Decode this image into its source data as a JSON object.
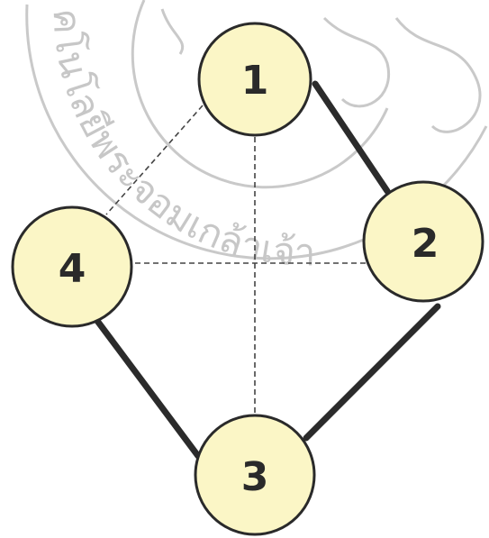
{
  "diagram": {
    "node_fill": "#fbf6c6",
    "nodes": [
      {
        "id": "1",
        "label": "1"
      },
      {
        "id": "2",
        "label": "2"
      },
      {
        "id": "3",
        "label": "3"
      },
      {
        "id": "4",
        "label": "4"
      }
    ],
    "edges_solid": [
      {
        "from": "1",
        "to": "2"
      },
      {
        "from": "2",
        "to": "3"
      },
      {
        "from": "3",
        "to": "4"
      }
    ],
    "edges_dashed": [
      {
        "from": "1",
        "to": "4"
      },
      {
        "from": "1",
        "to": "3"
      },
      {
        "from": "4",
        "to": "2"
      }
    ]
  },
  "watermark": {
    "text": "คโนโลยีพระจอมเกล้าเจ้า"
  }
}
